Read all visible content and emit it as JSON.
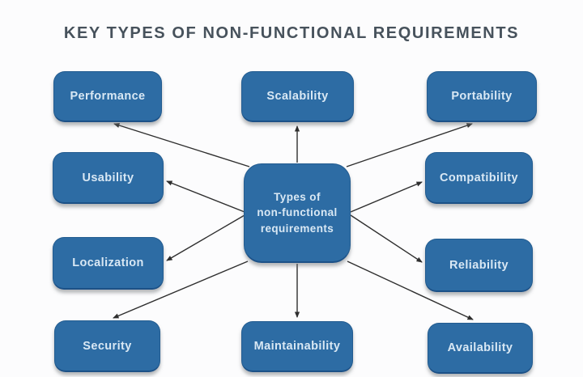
{
  "title": "KEY TYPES OF NON-FUNCTIONAL REQUIREMENTS",
  "diagram_type": "radial-mind-map",
  "center": {
    "label": "Types of\nnon-functional\nrequirements"
  },
  "nodes": [
    {
      "id": "performance",
      "label": "Performance"
    },
    {
      "id": "scalability",
      "label": "Scalability"
    },
    {
      "id": "portability",
      "label": "Portability"
    },
    {
      "id": "usability",
      "label": "Usability"
    },
    {
      "id": "compatibility",
      "label": "Compatibility"
    },
    {
      "id": "localization",
      "label": "Localization"
    },
    {
      "id": "reliability",
      "label": "Reliability"
    },
    {
      "id": "security",
      "label": "Security"
    },
    {
      "id": "maintainability",
      "label": "Maintainability"
    },
    {
      "id": "availability",
      "label": "Availability"
    }
  ],
  "edges": [
    {
      "from": "center",
      "to": "performance"
    },
    {
      "from": "center",
      "to": "scalability"
    },
    {
      "from": "center",
      "to": "portability"
    },
    {
      "from": "center",
      "to": "usability"
    },
    {
      "from": "center",
      "to": "compatibility"
    },
    {
      "from": "center",
      "to": "localization"
    },
    {
      "from": "center",
      "to": "reliability"
    },
    {
      "from": "center",
      "to": "security"
    },
    {
      "from": "center",
      "to": "maintainability"
    },
    {
      "from": "center",
      "to": "availability"
    }
  ],
  "colors": {
    "bg": "#fcfcfd",
    "title": "#47525c",
    "node-fill": "#2d6ca4",
    "node-text": "#d9e8f4",
    "arrow": "#2e2e2e"
  }
}
